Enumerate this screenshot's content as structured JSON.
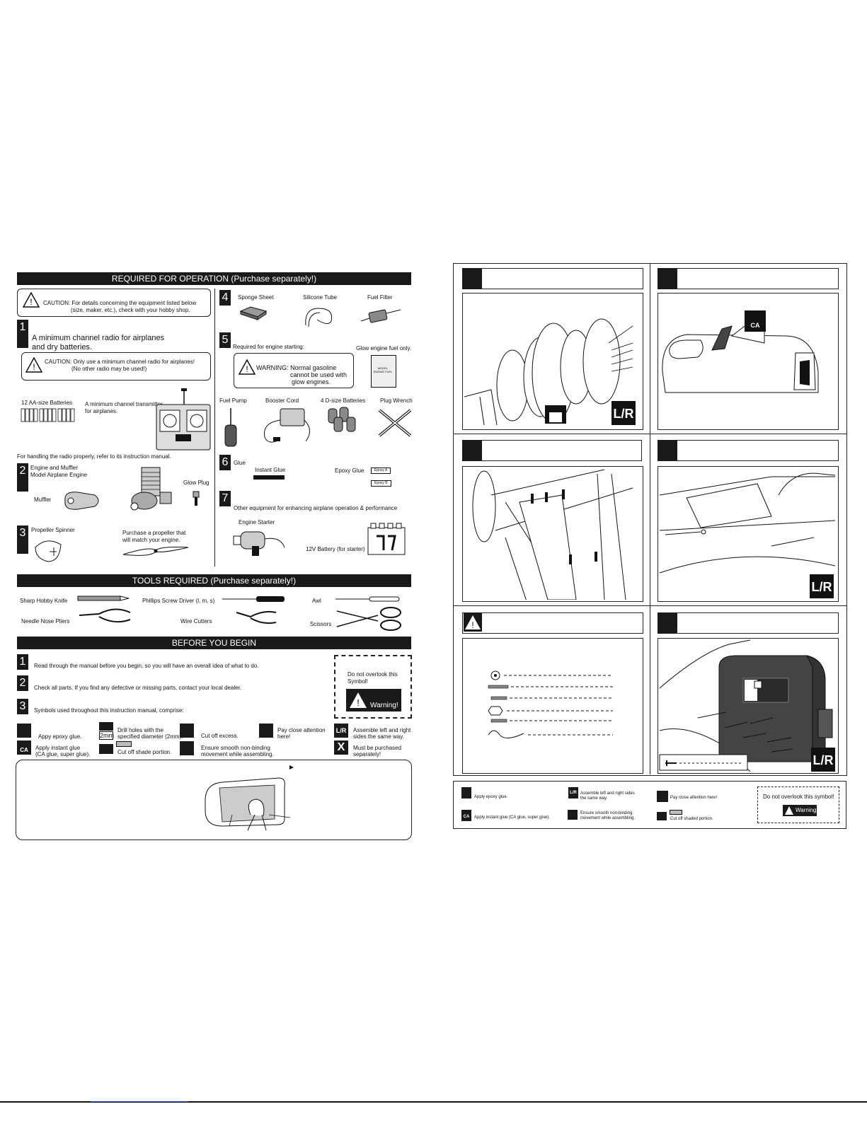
{
  "left": {
    "required_header": "REQUIRED FOR OPERATION  (Purchase separately!)",
    "caution1_line1": "CAUTION: For details concerning the equipment listed below",
    "caution1_line2": "(size, maker, etc.), check with your hobby shop.",
    "item1_num": "1",
    "item1_line1": "A minimum     channel radio for airplanes",
    "item1_line2": "and dry batteries.",
    "caution2_line1": "CAUTION: Only use a minimum    channel radio for airplanes!",
    "caution2_line2": "(No other radio may be used!)",
    "aa_batteries": "12 AA-size Batteries",
    "transmitter_line1": "A minimum     channel transmitter",
    "transmitter_line2": "for airplanes.",
    "radio_note": "For handling the radio properly, refer to its instruction manual.",
    "item2_num": "2",
    "item2_line1": "Engine and Muffler",
    "item2_line2": "Model Airplane Engine",
    "glow_plug": "Glow Plug",
    "muffler": "Muffler",
    "item3_num": "3",
    "item3_label": "Propeller   Spinner",
    "propeller_line1": "Purchase a propeller that",
    "propeller_line2": "will match  your engine.",
    "item4_num": "4",
    "sponge": "Sponge Sheet",
    "silicone": "Silicone Tube",
    "fuel_filter": "Fuel Filter",
    "item5_num": "5",
    "engine_starting": "Required for engine starting:",
    "glow_fuel": "Glow engine fuel only.",
    "warning_line1": "WARNING: Normal gasoline",
    "warning_line2": "cannot be used with",
    "warning_line3": "glow engines.",
    "fuel_pump": "Fuel Pump",
    "booster": "Booster Cord",
    "d_batteries": "4 D-size Batteries",
    "plug_wrench": "Plug Wrench",
    "item6_num": "6",
    "glue": "Glue",
    "instant_glue": "Instant Glue",
    "epoxy_glue": "Epoxy Glue",
    "epoxy_a": "Epoxy A",
    "epoxy_b": "Epoxy B",
    "item7_num": "7",
    "other_equipment": "Other equipment for enhancing airplane operation & performance",
    "engine_starter": "Engine Starter",
    "battery_12v": "12V Battery (for starter)",
    "fuel_can_text": "MODEL ENGINE FUEL",
    "tools_header": "TOOLS REQUIRED  (Purchase separately!)",
    "tool_knife": "Sharp Hobby Knife",
    "tool_screwdriver": "Phillips Screw Driver (l, m, s)",
    "tool_awl": "Awl",
    "tool_pliers": "Needle Nose Pliers",
    "tool_cutters": "Wire Cutters",
    "tool_scissors": "Scissors",
    "begin_header": "BEFORE YOU BEGIN",
    "begin1_num": "1",
    "begin1": "Read through the manual before you begin, so you will have an overall idea of what to do.",
    "begin2_num": "2",
    "begin2": "Check all parts, If you find any defective or missing parts, contact your local dealer.",
    "begin3_num": "3",
    "begin3": "Symbols used throughout this instruction manual, comprise:",
    "overlook_line1": "Do not overlook this",
    "overlook_line2": "Symbol!",
    "warning_badge": "Warning!",
    "sym_epoxy": "Appy epoxy glue.",
    "sym_drill_line1": "Drill holes with the",
    "sym_drill_line2": "specified diameter (2mm).",
    "sym_drill_tag": "2mm",
    "sym_cut": "Cut off excess.",
    "sym_attention_line1": "Pay close attention",
    "sym_attention_line2": "here!",
    "sym_lr_line1": "Assemble left and right",
    "sym_lr_line2": "sides the same way.",
    "sym_ca_line1": "Apply instant glue",
    "sym_ca_line2": "(CA glue, super glue).",
    "sym_shade": "Cut off shade portion.",
    "sym_smooth_line1": "Ensure smooth non-binding",
    "sym_smooth_line2": "movement while assembling.",
    "sym_purchase_line1": "Must be purchased",
    "sym_purchase_line2": "separately!",
    "ca_tag": "CA",
    "x_tag": "X"
  },
  "right": {
    "ca_label": "CA",
    "lr_label": "L/R",
    "overlook": "Do not overlook this symbol!",
    "warning_badge": "Warning!",
    "legend_epoxy": "Apply epoxy glue.",
    "legend_lr_line1": "Assemble left and right sides",
    "legend_lr_line2": "the same way.",
    "legend_attention": "Pay close attention here!",
    "legend_ca": "Apply instant glue (CA glue, super glue).",
    "legend_smooth_line1": "Ensure smooth non-binding",
    "legend_smooth_line2": "movement while assembling.",
    "legend_shade": "Cut off shaded portion."
  }
}
